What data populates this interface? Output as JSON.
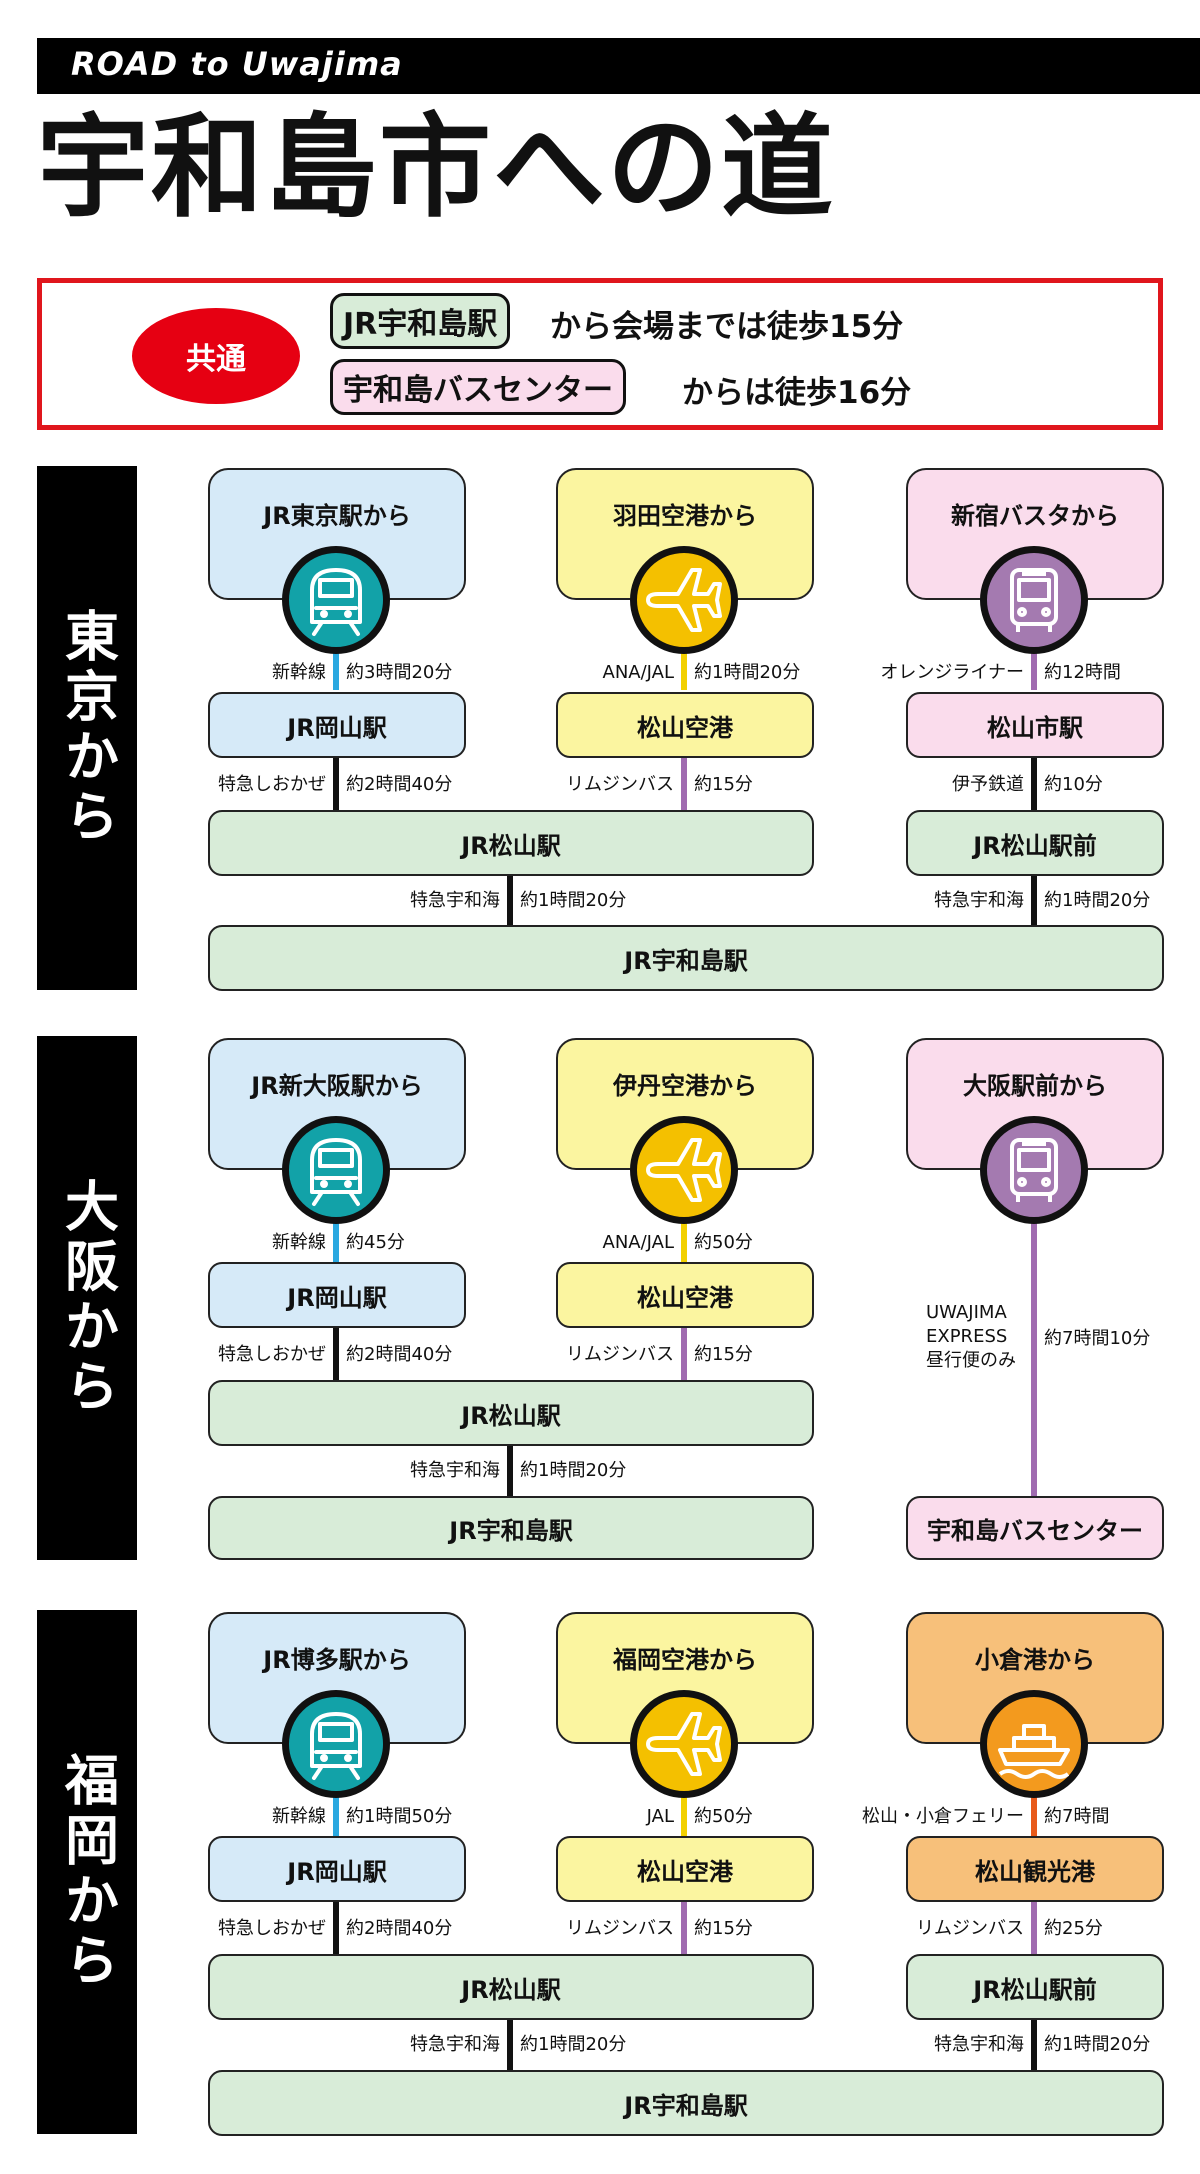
{
  "header": {
    "subtitle": "ROAD to Uwajima",
    "title": "宇和島市への道"
  },
  "common": {
    "badge": "共通",
    "row1_tag": "JR宇和島駅",
    "row1_text": "から会場までは徒歩15分",
    "row2_tag": "宇和島バスセンター",
    "row2_text": "からは徒歩16分"
  },
  "tokyo": {
    "side": "東京から",
    "col1": {
      "origin": "JR東京駅から",
      "line1": "新幹線",
      "time1": "約3時間20分",
      "stop1": "JR岡山駅",
      "line2": "特急しおかぜ",
      "time2": "約2時間40分"
    },
    "col2": {
      "origin": "羽田空港から",
      "line1": "ANA/JAL",
      "time1": "約1時間20分",
      "stop1": "松山空港",
      "line2": "リムジンバス",
      "time2": "約15分"
    },
    "col3": {
      "origin": "新宿バスタから",
      "line1": "オレンジライナー",
      "time1": "約12時間",
      "stop1": "松山市駅",
      "line2": "伊予鉄道",
      "time2": "約10分",
      "stop2": "JR松山駅前",
      "line3": "特急宇和海",
      "time3": "約1時間20分"
    },
    "hub": "JR松山駅",
    "hub_line": "特急宇和海",
    "hub_time": "約1時間20分",
    "dest": "JR宇和島駅"
  },
  "osaka": {
    "side": "大阪から",
    "col1": {
      "origin": "JR新大阪駅から",
      "line1": "新幹線",
      "time1": "約45分",
      "stop1": "JR岡山駅",
      "line2": "特急しおかぜ",
      "time2": "約2時間40分"
    },
    "col2": {
      "origin": "伊丹空港から",
      "line1": "ANA/JAL",
      "time1": "約50分",
      "stop1": "松山空港",
      "line2": "リムジンバス",
      "time2": "約15分"
    },
    "col3": {
      "origin": "大阪駅前から",
      "line1a": "UWAJIMA",
      "line1b": "EXPRESS",
      "line1c": "昼行便のみ",
      "time1": "約7時間10分",
      "dest": "宇和島バスセンター"
    },
    "hub": "JR松山駅",
    "hub_line": "特急宇和海",
    "hub_time": "約1時間20分",
    "dest": "JR宇和島駅"
  },
  "fukuoka": {
    "side": "福岡から",
    "col1": {
      "origin": "JR博多駅から",
      "line1": "新幹線",
      "time1": "約1時間50分",
      "stop1": "JR岡山駅",
      "line2": "特急しおかぜ",
      "time2": "約2時間40分"
    },
    "col2": {
      "origin": "福岡空港から",
      "line1": "JAL",
      "time1": "約50分",
      "stop1": "松山空港",
      "line2": "リムジンバス",
      "time2": "約15分"
    },
    "col3": {
      "origin": "小倉港から",
      "line1": "松山・小倉フェリー",
      "time1": "約7時間",
      "stop1": "松山観光港",
      "line2": "リムジンバス",
      "time2": "約25分",
      "stop2": "JR松山駅前",
      "line3": "特急宇和海",
      "time3": "約1時間20分"
    },
    "hub": "JR松山駅",
    "hub_line": "特急宇和海",
    "hub_time": "約1時間20分",
    "dest": "JR宇和島駅"
  },
  "colors": {
    "train_line": "#2aa8e0",
    "plane_line": "#f2d000",
    "bus_line": "#a06bb0",
    "ferry_line": "#e85a1a",
    "rail_line": "#111111",
    "accent_red": "#e60012"
  },
  "icons": {
    "train": "shinkansen-icon",
    "plane": "plane-icon",
    "bus": "bus-icon",
    "ferry": "ferry-icon"
  }
}
